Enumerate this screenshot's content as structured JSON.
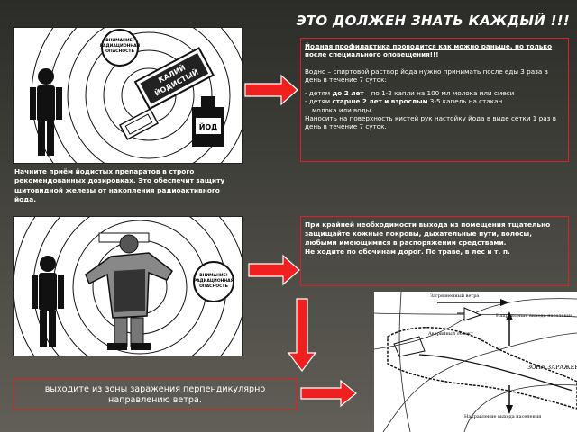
{
  "title": "ЭТО ДОЛЖЕН ЗНАТЬ КАЖДЫЙ !!!",
  "box1": {
    "heading": "Йодная профилактика проводится как можно раньше, но только после специального оповещения!!!",
    "intro": "Водно – спиртовой раствор йода нужно принимать после еды 3 раза в день в течение 7 суток:",
    "item1_prefix": "- детям ",
    "item1_bold": "до 2 лет",
    "item1_rest": " – по 1-2 капли на 100 мл молока или смеси",
    "item2_prefix": "- детям ",
    "item2_bold": "старше 2 лет и взрослым",
    "item2_rest": " 3-5 капель на стакан",
    "item2_cont": "молока или воды",
    "outro": "Наносить на поверхность кистей рук настойку йода в виде сетки 1 раз в день в течение 7 суток."
  },
  "caption1": "Начните приём йодистых препаратов в строго рекомендованных дозировках. Это обеспечит защиту щитовидной железы от накопления радиоактивного йода.",
  "box2": {
    "text": "При крайней необходимости выхода из помещения тщательно защищайте кожные покровы, дыхательные пути, волосы, любыми имеющимися в распоряжении средствами.",
    "text2": "Не ходите по обочинам дорог. По траве, в лес и т. п."
  },
  "box3": "выходите из зоны заражения перпендикулярно направлению ветра.",
  "poster1": {
    "sign": "ВНИМАНИЕ! РАДИАЦИОННАЯ ОПАСНОСТЬ",
    "pack": "КАЛИЙ ЙОДИСТЫЙ",
    "bottle": "ЙОД"
  },
  "poster2": {
    "sign": "ВНИМАНИЕ! РАДИАЦИОННАЯ ОПАСНОСТЬ"
  },
  "map": {
    "wind": "Загрязненный ветра",
    "exit_top": "Направление выхода населения",
    "direction": "Аварийный объект",
    "zone": "ЗОНА ЗАРАЖЕНИЯ",
    "exit_bottom": "Направление выхода населения"
  },
  "colors": {
    "border": "#e02020",
    "arrow": "#f02020",
    "bg_top": "#2c2d29",
    "bg_bottom": "#626058"
  }
}
